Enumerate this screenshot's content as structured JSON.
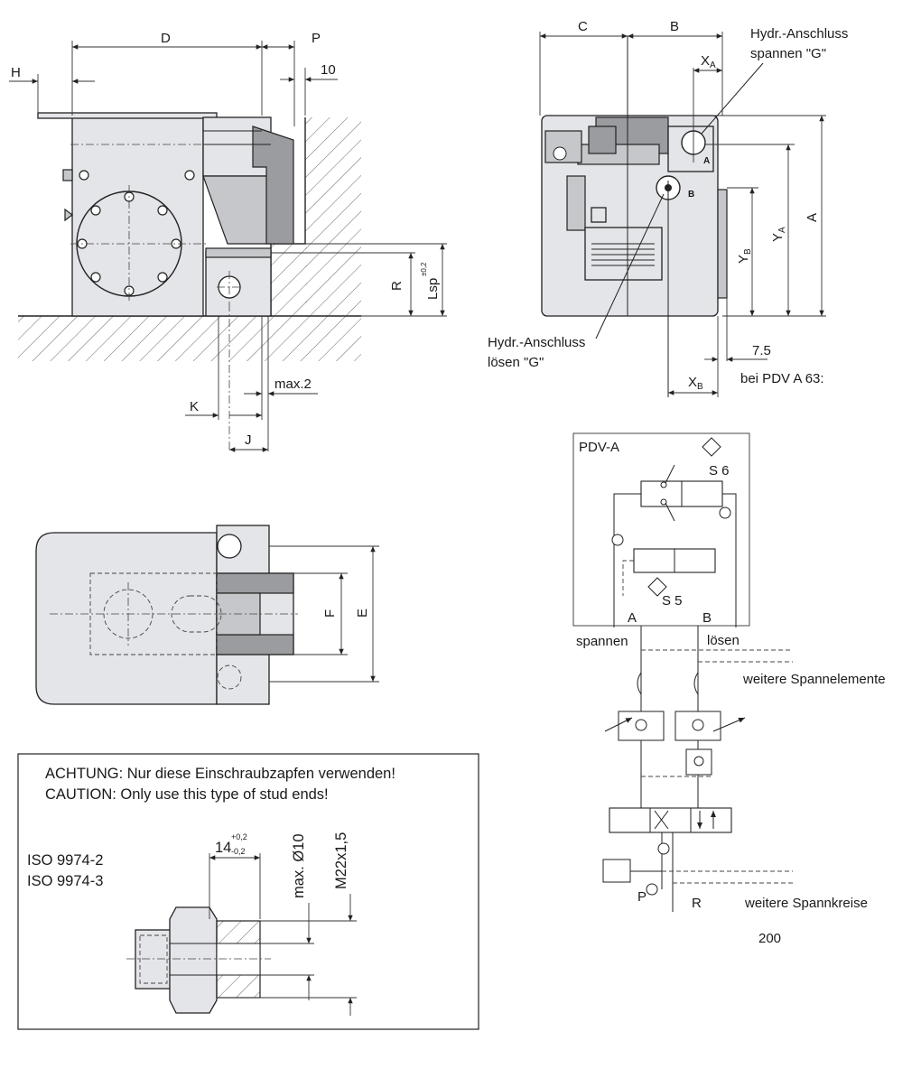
{
  "side_view": {
    "dim_D": "D",
    "dim_P": "P",
    "dim_H": "H",
    "dim_10": "10",
    "dim_R": "R",
    "dim_Lsp": "Lsp",
    "dim_Lsp_tol": "±0,2",
    "dim_K": "K",
    "dim_J": "J",
    "dim_max2": "max.2"
  },
  "front_view": {
    "dim_C": "C",
    "dim_B": "B",
    "dim_XA": "X",
    "dim_XA_sub": "A",
    "dim_XB": "X",
    "dim_XB_sub": "B",
    "dim_YA": "Y",
    "dim_YA_sub": "A",
    "dim_YB": "Y",
    "dim_YB_sub": "B",
    "dim_A": "A",
    "dim_7_5": "7.5",
    "note_pdv_a63": "bei PDV A 63:",
    "port_a_line1": "Hydr.-Anschluss",
    "port_a_line2": "spannen \"G\"",
    "port_b_line1": "Hydr.-Anschluss",
    "port_b_line2": "lösen \"G\"",
    "port_letter_a": "A",
    "port_letter_b": "B"
  },
  "top_view": {
    "dim_F": "F",
    "dim_E": "E"
  },
  "caution_box": {
    "line_de": "ACHTUNG: Nur diese Einschraubzapfen verwenden!",
    "line_en": "CAUTION:  Only use this type of stud ends!",
    "iso_1": "ISO 9974-2",
    "iso_2": "ISO 9974-3",
    "dim_14": "14",
    "dim_14_tol_up": "+0,2",
    "dim_14_tol_dn": "-0,2",
    "dim_max_d10": "max. Ø10",
    "dim_m22": "M22x1,5"
  },
  "hydraulic": {
    "box_title": "PDV-A",
    "switch_s6": "S 6",
    "switch_s5": "S 5",
    "port_a": "A",
    "port_b": "B",
    "label_spannen": "spannen",
    "label_loesen": "lösen",
    "label_weitere_elemente": "weitere Spannelemente",
    "label_weitere_kreise": "weitere Spannkreise",
    "port_p": "P",
    "port_r": "R"
  },
  "page_number": "200"
}
